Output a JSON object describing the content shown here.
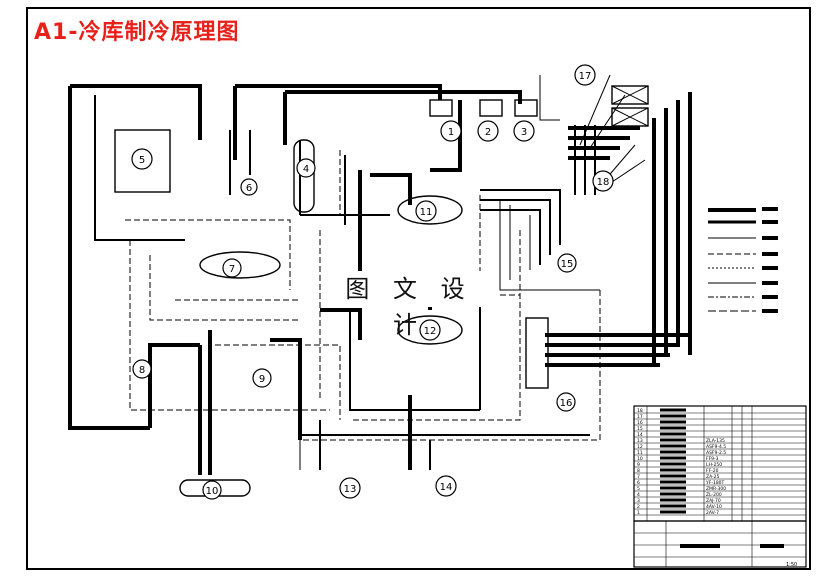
{
  "title": "A1-冷库制冷原理图",
  "watermark": "图 文 设 计",
  "equipment": [
    "1",
    "2",
    "3",
    "4",
    "5",
    "6",
    "7",
    "8",
    "9",
    "10",
    "11",
    "12",
    "13",
    "14",
    "15",
    "16",
    "17",
    "18"
  ],
  "parts_rows": [
    "18",
    "17",
    "16",
    "15",
    "14",
    "13",
    "12",
    "11",
    "10",
    "9",
    "8",
    "7",
    "6",
    "5",
    "4",
    "3",
    "2",
    "1"
  ],
  "model_codes": [
    "ZLA-135",
    "ASF9-4.5",
    "ASF9-2.5",
    "FF9-3",
    "LH-250",
    "FF-20",
    "ZA-25",
    "YF-180T",
    "ZMR-300",
    "ZL-200",
    "ZAJ-70",
    "4AV-10",
    "2AV-7"
  ],
  "scale": "1:50",
  "colors": {
    "line": "#000000",
    "title": "#e8201a",
    "paper": "#ffffff"
  }
}
